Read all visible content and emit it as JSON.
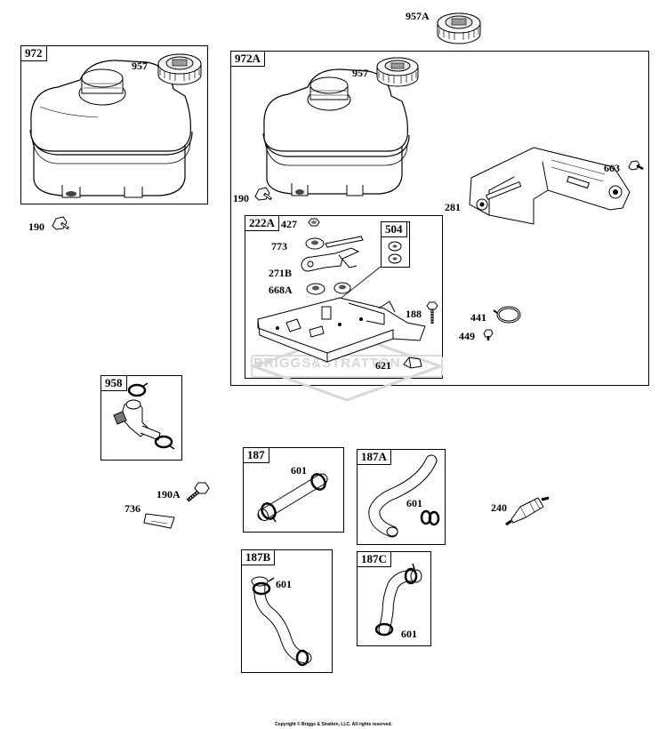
{
  "copyright": "Copyright © Briggs & Stratton, LLC. All rights reserved.",
  "watermark": "BRIGGS&STRATTON",
  "groups": {
    "g972": "972",
    "g972a": "972A",
    "g222a": "222A",
    "g504": "504",
    "g958": "958",
    "g187": "187",
    "g187a": "187A",
    "g187b": "187B",
    "g187c": "187C"
  },
  "labels": {
    "p957a": "957A",
    "p957_left": "957",
    "p957_right": "957",
    "p190_left": "190",
    "p190_right": "190",
    "p427": "427",
    "p773": "773",
    "p271b": "271B",
    "p668a": "668A",
    "p188": "188",
    "p621": "621",
    "p281": "281",
    "p663": "663",
    "p441": "441",
    "p449": "449",
    "p190a": "190A",
    "p736": "736",
    "p601_187": "601",
    "p601_187a": "601",
    "p601_187b": "601",
    "p601_187c": "601",
    "p240": "240"
  }
}
